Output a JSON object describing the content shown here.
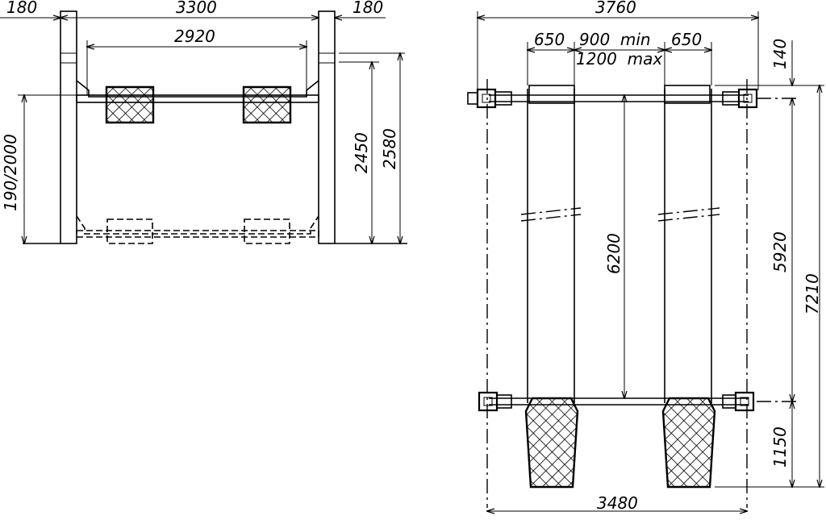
{
  "side_view": {
    "dims": {
      "post_left": "180",
      "overall_width": "3300",
      "post_right": "180",
      "inner_width": "2920",
      "lift_height": "190/2000",
      "height_inner": "2450",
      "height_outer": "2580"
    }
  },
  "top_view": {
    "dims": {
      "overall_width": "3760",
      "runway_left": "650",
      "gap_min": "900  min",
      "gap_max": "1200  max",
      "runway_right": "650",
      "offset_top": "140",
      "runway_length": "6200",
      "post_spacing": "5920",
      "overall_length": "7210",
      "rear_extension": "1150",
      "base_width": "3480"
    }
  }
}
